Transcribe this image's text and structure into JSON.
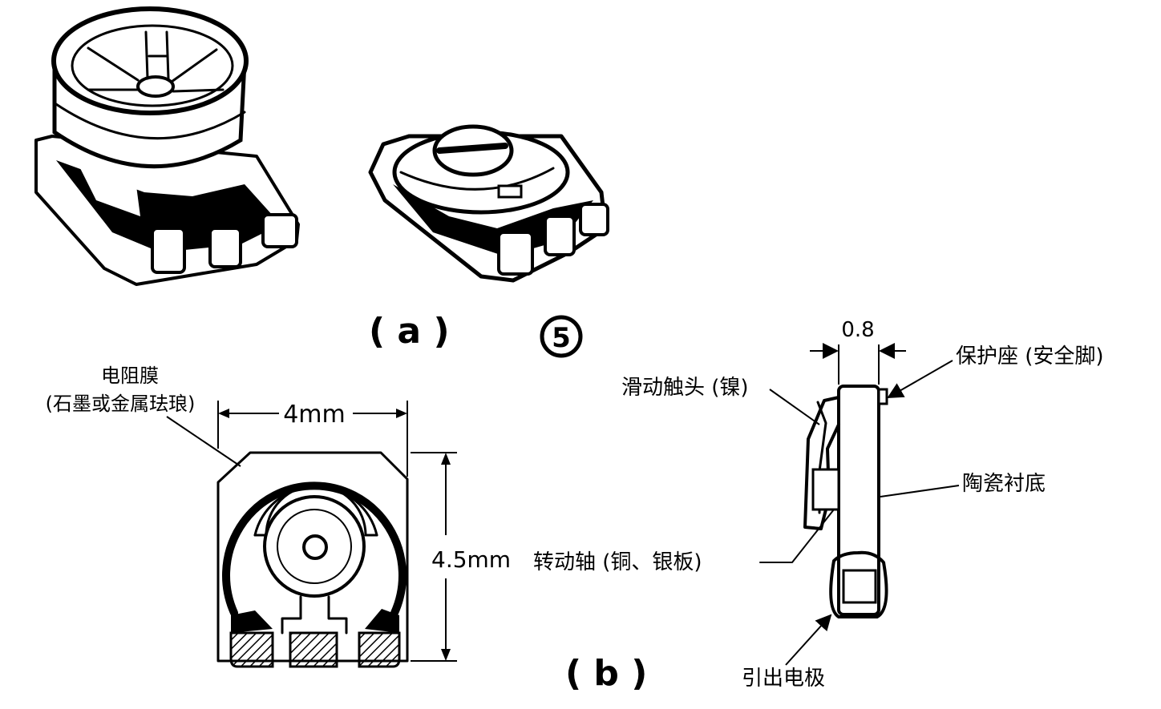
{
  "figure": {
    "number_label": "5",
    "caption_a": "( a )",
    "caption_b": "( b )"
  },
  "dimensions": {
    "width": "4mm",
    "height": "4.5mm",
    "side_thickness": "0.8"
  },
  "labels": {
    "resistive_film_line1": "电阻膜",
    "resistive_film_line2": "(石墨或金属珐琅)",
    "protective_seat": "保护座 (安全脚)",
    "sliding_contact": "滑动触头 (镍)",
    "ceramic_substrate": "陶瓷衬底",
    "rotating_shaft": "转动轴 (铜、银板)",
    "lead_electrode": "引出电极"
  }
}
